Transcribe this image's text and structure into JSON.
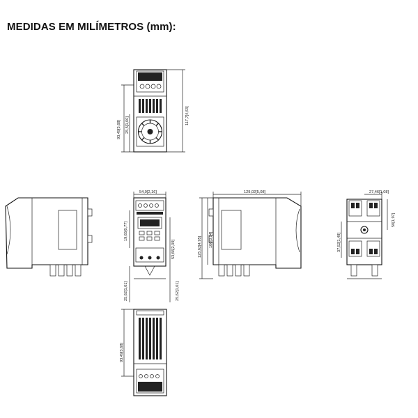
{
  "title": "MEDIDAS EM MILÍMETROS (mm):",
  "dimensions": {
    "top_view": {
      "d1": "93,49[3,68]",
      "d2": "25,5[1,00]",
      "d3": "117,7[4,63]"
    },
    "front_view": {
      "width": "54,9[2,16]",
      "d1": "19,65[0,77]",
      "d2": "53,66[2,09]",
      "d3": "25,62[1,01]",
      "d4": "25,62[1,01]"
    },
    "side_view": {
      "width": "129,02[5,08]",
      "h1": "125,62[4,95]",
      "h2": "100[3,94]"
    },
    "rear_view": {
      "width": "27,46[1,08]",
      "h1": "37,52[1,48]",
      "h2": "50[1,97]"
    },
    "bottom_view": {
      "d1": "93,49[3,68]"
    }
  }
}
